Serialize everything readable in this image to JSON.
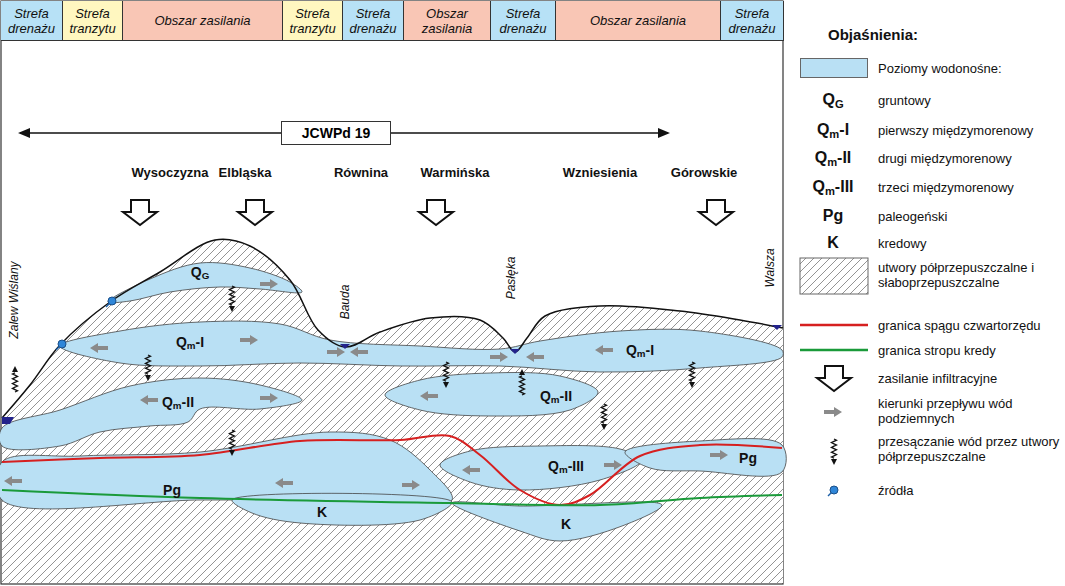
{
  "diagram": {
    "nodes": [
      {
        "text": [
          "Strefa drenażu"
        ]
      },
      {
        "text": [
          "Strefa tranzytu"
        ]
      },
      {
        "text": [
          "Obszar zasilania"
        ]
      },
      {
        "text": [
          "Strefa tranzytu"
        ]
      },
      {
        "text": [
          "Strefa drenażu"
        ]
      },
      {
        "text": [
          "Obszar zasilania"
        ]
      },
      {
        "text": [
          "Strefa drenażu"
        ]
      },
      {
        "text": [
          "Obszar zasilania"
        ]
      },
      {
        "text": [
          "Strefa drenażu"
        ]
      },
      {
        "text": [
          "JCWPd 19"
        ]
      }
    ],
    "labels": [
      "Wysoczyzna",
      "Elbląska",
      "Równina",
      "Warmińska",
      "Wzniesienia",
      "Górowskie",
      "Zalew Wiślany",
      "Bauda",
      "Pasłęka",
      "Walsza",
      "QG",
      "Qm-I",
      "Qm-I",
      "Qm-II",
      "Qm-II",
      "Qm-III",
      "Pg",
      "Pg",
      "K",
      "K",
      "Objaśnienia:",
      "QG",
      "Qm-I",
      "Qm-II",
      "Qm-III",
      "Pg",
      "K"
    ],
    "legend": [
      {
        "text": "Poziomy wodonośne:",
        "color": "#b9e0f4"
      },
      {
        "text": "gruntowy"
      },
      {
        "text": "pierwszy międzymorenowy"
      },
      {
        "text": "drugi międzymorenowy"
      },
      {
        "text": "trzeci międzymorenowy"
      },
      {
        "text": "paleogeński"
      },
      {
        "text": "kredowy"
      },
      {
        "text": "utwory półprzepuszczalne i słaboprzepuszczalne"
      },
      {
        "text": "granica spągu czwartorzędu"
      },
      {
        "text": "granica stropu kredy"
      },
      {
        "text": "zasilanie infiltracyjne"
      },
      {
        "text": "kierunki przepływu wód podziemnych"
      },
      {
        "text": "przesączanie wód przez utwory półprzepuszczalne"
      },
      {
        "text": "źródła"
      }
    ]
  }
}
